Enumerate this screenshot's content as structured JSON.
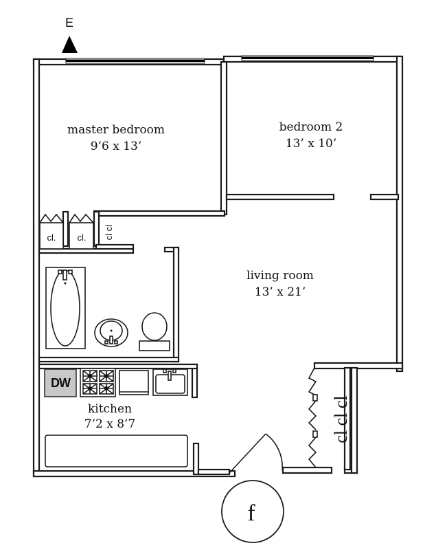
{
  "compass": {
    "direction": "E",
    "icon": "north-arrow-triangle"
  },
  "rooms": {
    "master_bedroom": {
      "name": "master bedroom",
      "size": "9’6 x 13’"
    },
    "bedroom_2": {
      "name": "bedroom 2",
      "size": "13’ x 10’"
    },
    "living_room": {
      "name": "living room",
      "size": "13’ x 21’"
    },
    "kitchen": {
      "name": "kitchen",
      "size": "7’2 x 8’7"
    }
  },
  "closets": {
    "bedroom_left": "cl.",
    "bedroom_mid": "cl.",
    "bedroom_rotated": "cl cl",
    "entry": "cl cl cl"
  },
  "appliances": {
    "dishwasher": "DW"
  },
  "floor_marker": "f",
  "colors": {
    "wall": "#1a1a1a",
    "window": "#000000",
    "dishwasher_fill": "#c8c8c8",
    "background": "#ffffff"
  }
}
